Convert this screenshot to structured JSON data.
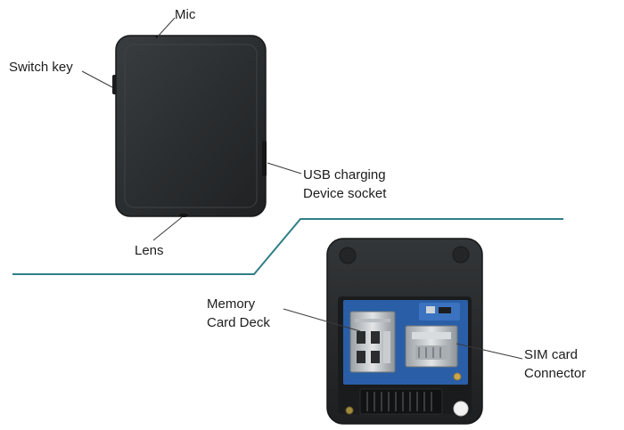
{
  "labels": {
    "mic": "Mic",
    "switch_key": "Switch key",
    "usb_line1": "USB charging",
    "usb_line2": "Device socket",
    "lens": "Lens",
    "memory_line1": "Memory",
    "memory_line2": "Card Deck",
    "sim_line1": "SIM card",
    "sim_line2": "Connector"
  },
  "colors": {
    "device_body": "#2b2e30",
    "divider_line": "#2f7f86",
    "pcb_blue": "#2a5fa8",
    "label_text": "#1c1c1c"
  }
}
